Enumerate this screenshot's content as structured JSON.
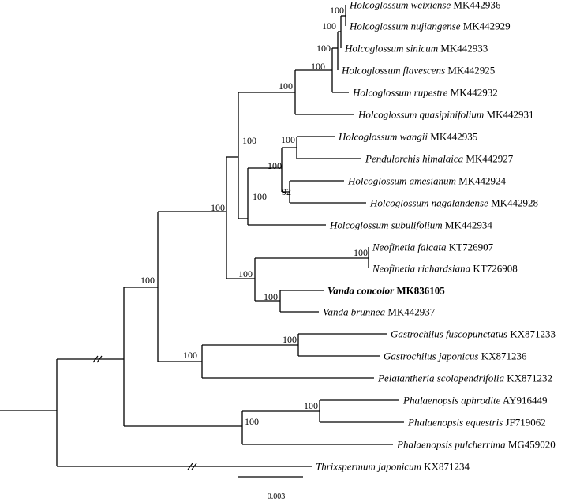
{
  "taxa": [
    {
      "id": "weixiense",
      "name": "Holcoglossum weixiense",
      "accession": "MK442936",
      "bold": false
    },
    {
      "id": "nujiangense",
      "name": "Holcoglossum nujiangense",
      "accession": "MK442929",
      "bold": false
    },
    {
      "id": "sinicum",
      "name": "Holcoglossum sinicum",
      "accession": "MK442933",
      "bold": false
    },
    {
      "id": "flavescens",
      "name": "Holcoglossum flavescens",
      "accession": "MK442925",
      "bold": false
    },
    {
      "id": "rupestre",
      "name": "Holcoglossum rupestre",
      "accession": "MK442932",
      "bold": false
    },
    {
      "id": "quasipinifolium",
      "name": "Holcoglossum quasipinifolium",
      "accession": "MK442931",
      "bold": false
    },
    {
      "id": "wangii",
      "name": "Holcoglossum wangii",
      "accession": "MK442935",
      "bold": false
    },
    {
      "id": "himalaica",
      "name": "Pendulorchis himalaica",
      "accession": "MK442927",
      "bold": false
    },
    {
      "id": "amesianum",
      "name": "Holcoglossum amesianum",
      "accession": "MK442924",
      "bold": false
    },
    {
      "id": "nagalandense",
      "name": "Holcoglossum nagalandense",
      "accession": "MK442928",
      "bold": false
    },
    {
      "id": "subulifolium",
      "name": "Holcoglossum subulifolium",
      "accession": "MK442934",
      "bold": false
    },
    {
      "id": "falcata",
      "name": "Neofinetia falcata",
      "accession": "KT726907",
      "bold": false
    },
    {
      "id": "richardsiana",
      "name": "Neofinetia richardsiana",
      "accession": "KT726908",
      "bold": false
    },
    {
      "id": "concolor",
      "name": "Vanda concolor",
      "accession": "MK836105",
      "bold": true
    },
    {
      "id": "brunnea",
      "name": "Vanda brunnea",
      "accession": "MK442937",
      "bold": false
    },
    {
      "id": "fuscopunctatus",
      "name": "Gastrochilus fuscopunctatus",
      "accession": "KX871233",
      "bold": false
    },
    {
      "id": "japonicus",
      "name": "Gastrochilus japonicus",
      "accession": "KX871236",
      "bold": false
    },
    {
      "id": "scolopendrifolia",
      "name": "Pelatantheria scolopendrifolia",
      "accession": "KX871232",
      "bold": false
    },
    {
      "id": "aphrodite",
      "name": "Phalaenopsis aphrodite",
      "accession": "AY916449",
      "bold": false
    },
    {
      "id": "equestris",
      "name": "Phalaenopsis equestris",
      "accession": "JF719062",
      "bold": false
    },
    {
      "id": "pulcherrima",
      "name": "Phalaenopsis pulcherrima",
      "accession": "MG459020",
      "bold": false
    },
    {
      "id": "thrixspermum",
      "name": "Thrixspermum japonicum",
      "accession": "KX871234",
      "bold": false
    }
  ],
  "bootstrap": [
    "100",
    "100",
    "100",
    "100",
    "100",
    "100",
    "100",
    "100",
    "92",
    "100",
    "100",
    "100",
    "100",
    "100",
    "100",
    "100",
    "100",
    "100",
    "100"
  ],
  "scale_bar": {
    "label": "0.003"
  }
}
